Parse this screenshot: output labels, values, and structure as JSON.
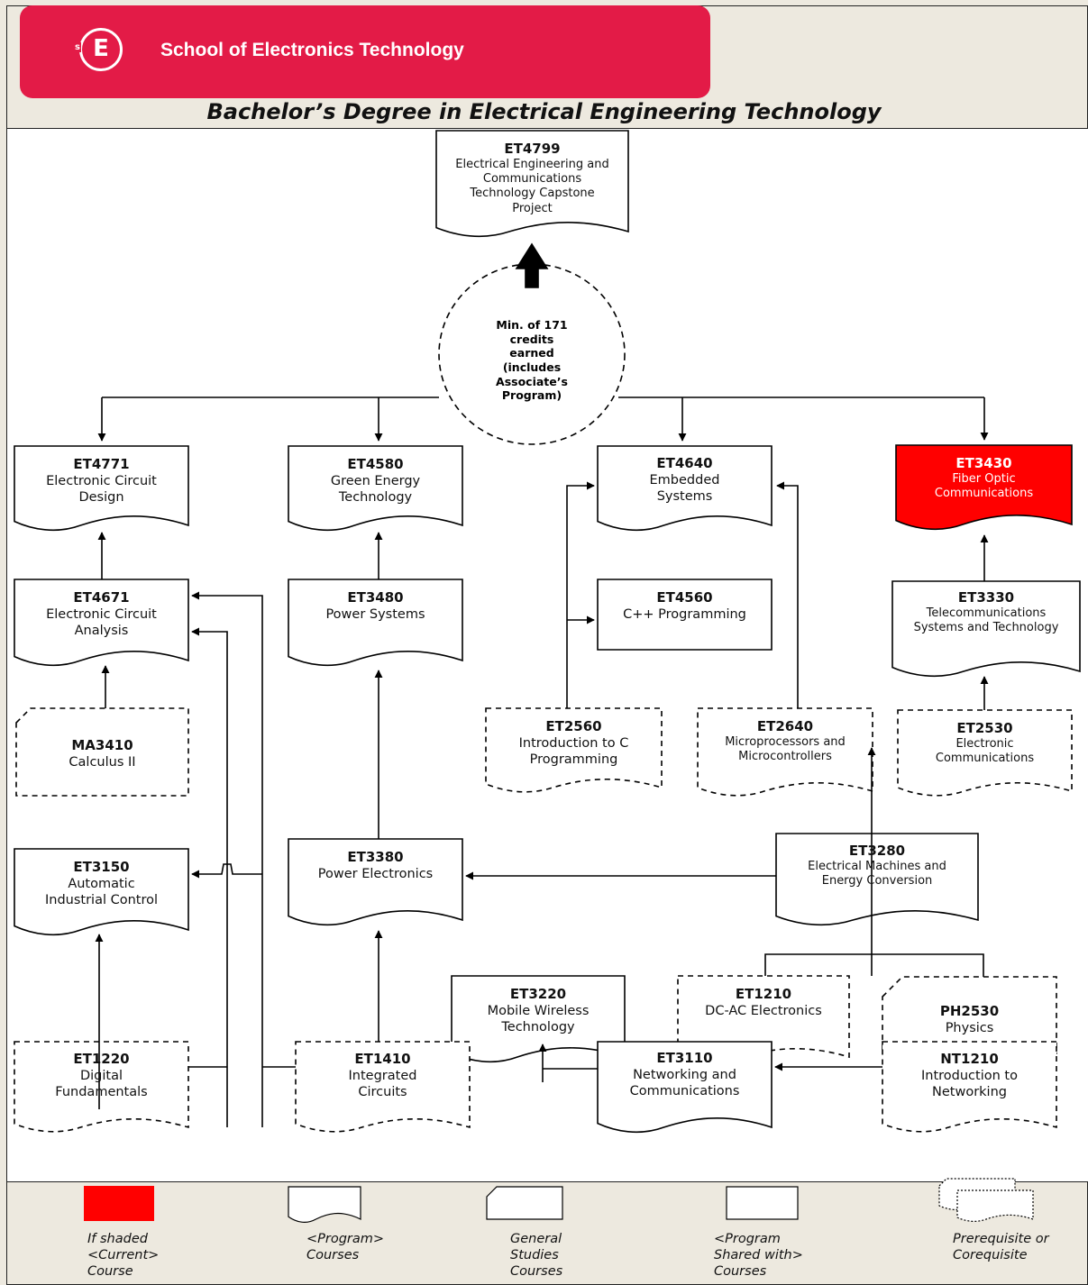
{
  "header": {
    "logo_letter": "E",
    "logo_small": "s",
    "school_name": "School of Electronics Technology",
    "accent_color": "#e31b47"
  },
  "degree_title": "Bachelor’s Degree in Electrical Engineering Technology",
  "credits_note": [
    "Min. of 171",
    "credits",
    "earned",
    "(includes",
    "Associate’s",
    "Program)"
  ],
  "courses": {
    "et4799": {
      "code": "ET4799",
      "title": [
        "Electrical Engineering and",
        "Communications",
        "Technology Capstone",
        "Project"
      ]
    },
    "et4771": {
      "code": "ET4771",
      "title": [
        "Electronic Circuit",
        "Design"
      ]
    },
    "et4580": {
      "code": "ET4580",
      "title": [
        "Green Energy",
        "Technology"
      ]
    },
    "et4640": {
      "code": "ET4640",
      "title": [
        "Embedded",
        "Systems"
      ]
    },
    "et3430": {
      "code": "ET3430",
      "title": [
        "Fiber Optic",
        "Communications"
      ],
      "current": true
    },
    "et4671": {
      "code": "ET4671",
      "title": [
        "Electronic Circuit",
        "Analysis"
      ]
    },
    "et3480": {
      "code": "ET3480",
      "title": [
        "Power Systems"
      ]
    },
    "et4560": {
      "code": "ET4560",
      "title": [
        "C++ Programming"
      ]
    },
    "et3330": {
      "code": "ET3330",
      "title": [
        "Telecommunications",
        "Systems and Technology"
      ]
    },
    "ma3410": {
      "code": "MA3410",
      "title": [
        "Calculus II"
      ]
    },
    "et2560": {
      "code": "ET2560",
      "title": [
        "Introduction to C",
        "Programming"
      ]
    },
    "et2640": {
      "code": "ET2640",
      "title": [
        "Microprocessors and",
        "Microcontrollers"
      ]
    },
    "et2530": {
      "code": "ET2530",
      "title": [
        "Electronic",
        "Communications"
      ]
    },
    "et3150": {
      "code": "ET3150",
      "title": [
        "Automatic",
        "Industrial Control"
      ]
    },
    "et3380": {
      "code": "ET3380",
      "title": [
        "Power Electronics"
      ]
    },
    "et3280": {
      "code": "ET3280",
      "title": [
        "Electrical Machines and",
        "Energy Conversion"
      ]
    },
    "et3220": {
      "code": "ET3220",
      "title": [
        "Mobile Wireless",
        "Technology"
      ]
    },
    "et1210": {
      "code": "ET1210",
      "title": [
        "DC-AC Electronics"
      ]
    },
    "ph2530": {
      "code": "PH2530",
      "title": [
        "Physics"
      ]
    },
    "et1220": {
      "code": "ET1220",
      "title": [
        "Digital",
        "Fundamentals"
      ]
    },
    "et1410": {
      "code": "ET1410",
      "title": [
        "Integrated",
        "Circuits"
      ]
    },
    "et3110": {
      "code": "ET3110",
      "title": [
        "Networking and",
        "Communications"
      ]
    },
    "nt1210": {
      "code": "NT1210",
      "title": [
        "Introduction to",
        "Networking"
      ]
    }
  },
  "legend": [
    {
      "label": [
        "If shaded",
        "<Current>",
        "Course"
      ],
      "icon": "current-course-swatch",
      "color": "#ff0000"
    },
    {
      "label": [
        "<Program>",
        "Courses"
      ],
      "icon": "program-course-shape"
    },
    {
      "label": [
        "General",
        "Studies",
        "Courses"
      ],
      "icon": "general-studies-shape"
    },
    {
      "label": [
        "<Program",
        "Shared with>",
        "Courses"
      ],
      "icon": "shared-course-shape"
    },
    {
      "label": [
        "Prerequisite or",
        "Corequisite"
      ],
      "icon": "prerequisite-shape"
    }
  ]
}
